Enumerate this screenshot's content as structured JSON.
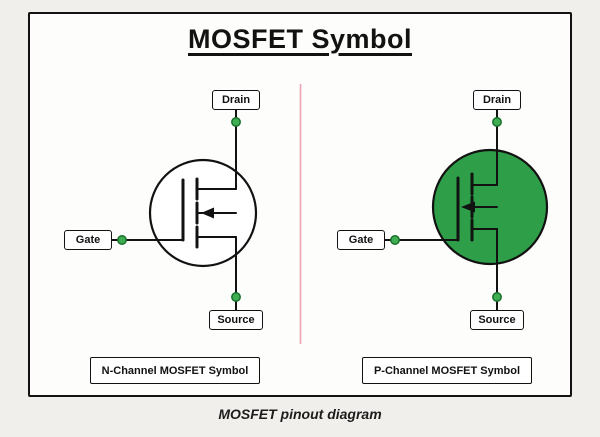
{
  "title": "MOSFET Symbol",
  "footer_caption": "MOSFET pinout diagram",
  "n_channel": {
    "drain_label": "Drain",
    "gate_label": "Gate",
    "source_label": "Source",
    "caption": "N-Channel MOSFET Symbol"
  },
  "p_channel": {
    "drain_label": "Drain",
    "gate_label": "Gate",
    "source_label": "Source",
    "caption": "P-Channel MOSFET Symbol"
  },
  "colors": {
    "background": "#f1efeb",
    "panel_fill": "#fdfdfb",
    "line_black": "#121212",
    "p_channel_fill": "#2f9e49",
    "terminal_dot_fill": "#3fae53",
    "terminal_dot_stroke": "#17702a",
    "divider_pink": "#eda4b2",
    "caption_text": "#1c1c1c"
  }
}
